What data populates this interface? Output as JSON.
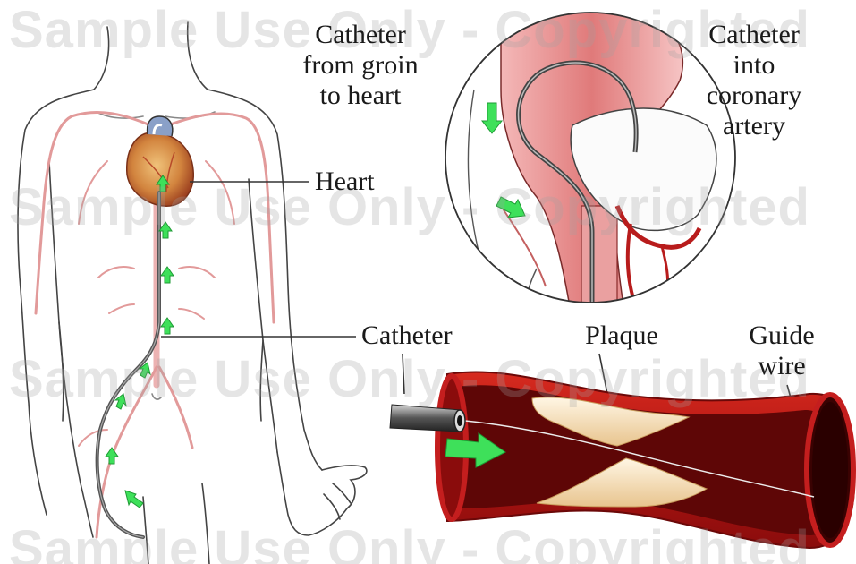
{
  "labels": {
    "catheter_groin": "Catheter\nfrom groin\nto heart",
    "catheter_coronary": "Catheter\ninto\ncoronary\nartery",
    "heart": "Heart",
    "catheter": "Catheter",
    "plaque": "Plaque",
    "guide_wire": "Guide\nwire"
  },
  "watermark": "Sample Use Only - Copyrighted",
  "colors": {
    "artery": "#c41e1e",
    "artery_inner": "#6e0a0a",
    "plaque": "#f2dcb0",
    "arrow": "#3ee05a",
    "outline": "#333333"
  }
}
